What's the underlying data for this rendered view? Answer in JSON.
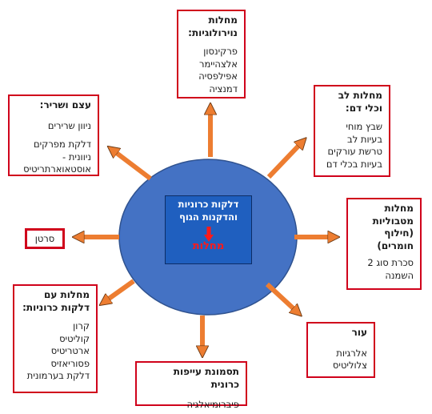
{
  "center": {
    "line1": "דלקות כרוניות",
    "line2": "והדקנות הגוף",
    "result": "מחלות"
  },
  "boxes": {
    "neuro": {
      "title_l1": "מחלות",
      "title_l2": "נוירולוגיות:",
      "items": [
        "פרקינסון",
        "אלצהיימר",
        "אפילפסיה",
        "דמנציה"
      ]
    },
    "heart": {
      "title_l1": "מחלות לב",
      "title_l2": "וכלי דם:",
      "items": [
        "שבץ מוחי",
        "בעיות לב",
        "טרשת עורקים",
        "בעיות בכלי דם"
      ]
    },
    "metabolic": {
      "title_l1": "מחלות",
      "title_l2": "מטבוליות",
      "title_l3": "(חילוף",
      "title_l4": "חומרים)",
      "items": [
        "סכרת סוג 2",
        "השמנה"
      ]
    },
    "skin": {
      "title": "עור",
      "items": [
        "אלרגיות",
        "צלוליטיס"
      ]
    },
    "immune": {
      "title": "תסמונת עייפות כרונית",
      "items": [
        "פיברומיאלגיה"
      ]
    },
    "inflammatory": {
      "title_l1": "מחלות עם",
      "title_l2": "דלקות כרוניות:",
      "items": [
        "קרון",
        "קוליטיס",
        "ארטריטיס",
        "פסוריאזיס",
        "דלקת בערמונית"
      ]
    },
    "cancer": {
      "title": "סרטן"
    },
    "bones": {
      "title": "עצם ושריר:",
      "items": [
        "ניוון שרירים",
        "דלקת מפרקים",
        "ניוונית -",
        "אוסטאוארתריטיס"
      ]
    }
  },
  "colors": {
    "ellipse": "#4472c4",
    "center_box": "#1f5fbf",
    "arrow": "#ed7d31",
    "box_border": "#d0021b",
    "result_text": "#ff1a1a"
  }
}
